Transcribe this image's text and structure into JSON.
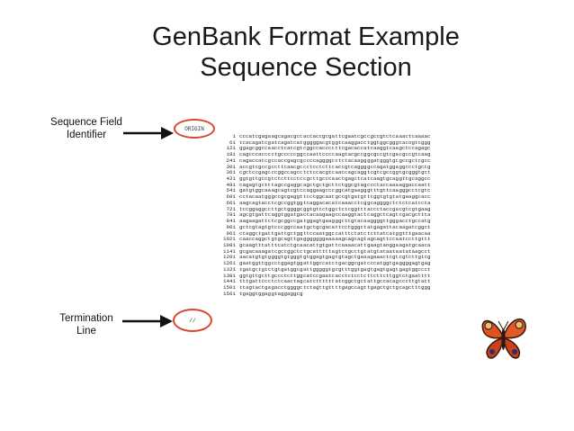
{
  "slide": {
    "title_line1": "GenBank Format Example",
    "title_line2": "Sequence Section"
  },
  "labels": {
    "sequence_field": "Sequence Field Identifier",
    "termination": "Termination Line"
  },
  "origin_keyword": "ORIGIN",
  "termination_marker": "//",
  "sequence_rows": [
    {
      "pos": "1",
      "groups": [
        "cccatcgaga",
        "agcagacgcc",
        "accaccgcga",
        "ttcgaatcgc",
        "cgccgtctca",
        "aactcaaaac"
      ]
    },
    {
      "pos": "61",
      "groups": [
        "tcacagatcg",
        "atcagatcat",
        "gggggacgtg",
        "gtcaaggacc",
        "tggtggcggg",
        "cacogtcggg"
      ]
    },
    {
      "pos": "121",
      "groups": [
        "ggagcggcca",
        "acctcatcgt",
        "cggccacccc",
        "ttcgacacca",
        "tcaaggtcaa",
        "gctccagagc"
      ]
    },
    {
      "pos": "181",
      "groups": [
        "cagcccaccc",
        "ctgcccccgg",
        "ccaattcccc",
        "aagtacgccg",
        "gcgccgtcga",
        "cgccgtcaag"
      ]
    },
    {
      "pos": "241",
      "groups": [
        "cagaccatcg",
        "ccaccgagcg",
        "ccccaggggc",
        "ctctacaagg",
        "ggatgggtgc",
        "gccgctcgcc"
      ]
    },
    {
      "pos": "301",
      "groups": [
        "accgtcgccg",
        "ccttcaacgc",
        "cctcctcttc",
        "accgtcaggg",
        "gccagatgga",
        "ggccctgctg"
      ]
    },
    {
      "pos": "361",
      "groups": [
        "cgctccgagc",
        "ccggccagcc",
        "tctccacgtc",
        "aaccagcagg",
        "tcgtcgccgg",
        "tgcgggtgct"
      ]
    },
    {
      "pos": "421",
      "groups": [
        "ggtgttgccg",
        "tctcttcctc",
        "cgcttgccca",
        "actgagctca",
        "tcaagtgcag",
        "gttgcaggcc"
      ]
    },
    {
      "pos": "481",
      "groups": [
        "cagagtgctt",
        "tagccgaggc",
        "agctgctgct",
        "tctggcgtag",
        "ccctaccaaa",
        "aggaccaatt"
      ]
    },
    {
      "pos": "541",
      "groups": [
        "gatgtggcaa",
        "agcagtcgtc",
        "caggaagccc",
        "ggcatgaagg",
        "gtttgttcaa",
        "gggcctcgtc"
      ]
    },
    {
      "pos": "601",
      "groups": [
        "cctacaatgg",
        "gccgcgaggt",
        "tcctggcaat",
        "gccgtgatgt",
        "ttggtgtgta",
        "tgaaggcacc"
      ]
    },
    {
      "pos": "661",
      "groups": [
        "aagcagtacc",
        "tcgccggtgg",
        "tcaggacaca",
        "tcaaacctcg",
        "gcaggggctc",
        "tctcatccta"
      ]
    },
    {
      "pos": "721",
      "groups": [
        "tccggaggcc",
        "ttgctggggc",
        "ggtgttctgg",
        "ctctcggttt",
        "accctaccga",
        "cgtcgtgaag"
      ]
    },
    {
      "pos": "781",
      "groups": [
        "agcgtgattc",
        "aggtggatga",
        "ctacaagaag",
        "ccaaggtact",
        "caggctcagt",
        "cgacgcttta"
      ]
    },
    {
      "pos": "841",
      "groups": [
        "aagaagattc",
        "tcgcggccga",
        "tggagtgaag",
        "ggcttgtaca",
        "aggggttggg",
        "acctgccatg"
      ]
    },
    {
      "pos": "901",
      "groups": [
        "gctcgtagtg",
        "tcccggccaa",
        "tgctgcgaca",
        "ttcctgggct",
        "atgagattac",
        "aagatcggct"
      ]
    },
    {
      "pos": "961",
      "groups": [
        "ctaggctgat",
        "tgattgctgg",
        "ttccaatggc",
        "catttctatc",
        "tcttatcatg",
        "gtttgaacaa"
      ]
    },
    {
      "pos": "1021",
      "groups": [
        "caaccaggct",
        "gtgcagttga",
        "gggggggaaa",
        "aagcagcagt",
        "agcagttcca",
        "atccttgttt"
      ]
    },
    {
      "pos": "1081",
      "groups": [
        "gcaagtttat",
        "ttcatctgca",
        "acattgtgat",
        "tcaaaacatt",
        "gaagtangga",
        "agatgcaaca"
      ]
    },
    {
      "pos": "1141",
      "groups": [
        "gcgacaaaga",
        "tcgctggctc",
        "tgcattttta",
        "gtctgcctgt",
        "atgtataata",
        "atataagcct"
      ]
    },
    {
      "pos": "1201",
      "groups": [
        "aacatgtgtg",
        "gggtgtgggt",
        "gtggagtgag",
        "tgtagctgaa",
        "agaaactcgt",
        "cgtcttgtcg"
      ]
    },
    {
      "pos": "1261",
      "groups": [
        "gaatggttgg",
        "cctggagtgg",
        "attggccatc",
        "tgacggcgat",
        "cccatggtga",
        "ggggagtgag"
      ]
    },
    {
      "pos": "1321",
      "groups": [
        "tgatgctgtc",
        "tgtgatggcg",
        "attgggggtg",
        "cgtttggtga",
        "gtgagtgagt",
        "gagtggccct"
      ]
    },
    {
      "pos": "1381",
      "groups": [
        "ggtgttgctt",
        "gccctcttgg",
        "catccgaatc",
        "acctctcctc",
        "ttcttcttgg",
        "tctgaatttt"
      ]
    },
    {
      "pos": "1441",
      "groups": [
        "tttgattccc",
        "tctcaactag",
        "catctttttt",
        "atcggctgct",
        "attgccacag",
        "cccttgtatt"
      ]
    },
    {
      "pos": "1501",
      "groups": [
        "ttagtactga",
        "gacctggggc",
        "tctagttgtt",
        "ttgagccagt",
        "tgagctgctg",
        "cagctttggg"
      ]
    },
    {
      "pos": "1561",
      "groups": [
        "tgaggtggag",
        "gtaggaggcg",
        "",
        "",
        "",
        ""
      ]
    }
  ],
  "colors": {
    "accent_oval": "#d9472a",
    "arrow": "#111111"
  },
  "icons": [
    "arrow-right-icon",
    "butterfly-icon"
  ]
}
